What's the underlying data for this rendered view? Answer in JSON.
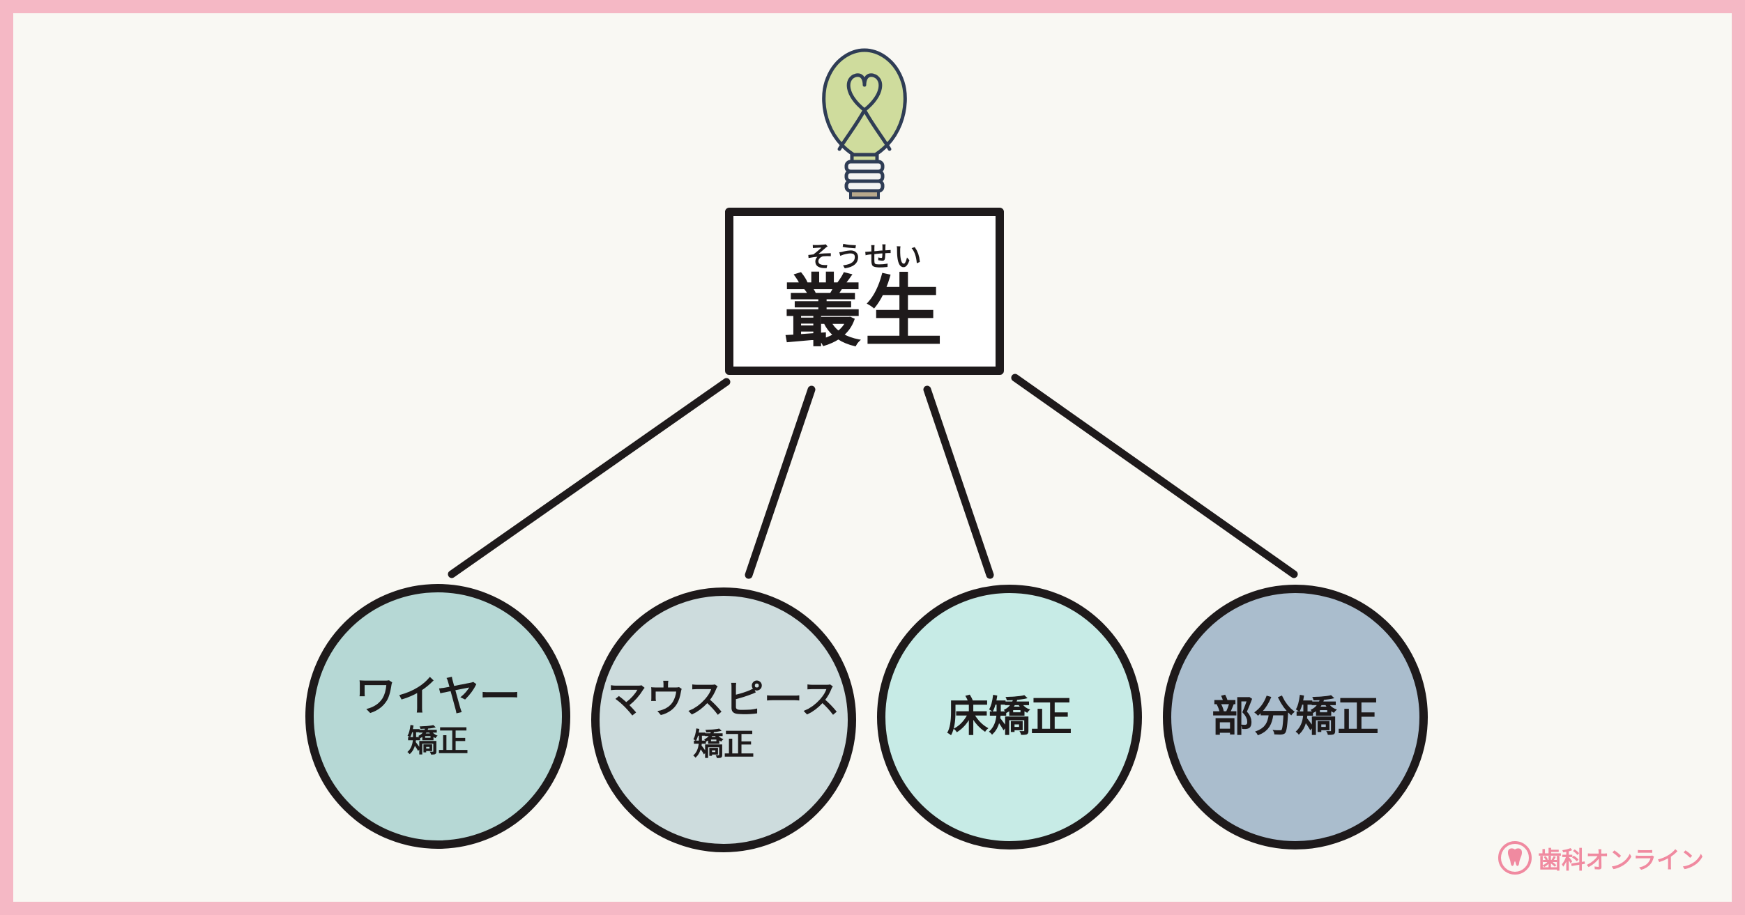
{
  "brand": {
    "name": "歯科オンライン"
  },
  "center_term": {
    "reading": "そうせい",
    "term": "叢生"
  },
  "treatments": [
    {
      "line1": "ワイヤー",
      "line2": "矯正"
    },
    {
      "line1": "マウスピース",
      "line2": "矯正"
    },
    {
      "line1": "床矯正"
    },
    {
      "line1": "部分矯正"
    }
  ],
  "colors": {
    "frame": "#f5b8c5",
    "background": "#f9f8f3",
    "bulb": "#cfdc9d",
    "outline": "#1e1a1b",
    "bubble_wire": "#b6d8d5",
    "bubble_mouthpiece": "#cddcdd",
    "bubble_floor": "#c7ebe6",
    "bubble_partial": "#aabdcd",
    "brand": "#f08aa0"
  },
  "icons": [
    "lightbulb-heart-icon",
    "tooth-logo-icon"
  ]
}
